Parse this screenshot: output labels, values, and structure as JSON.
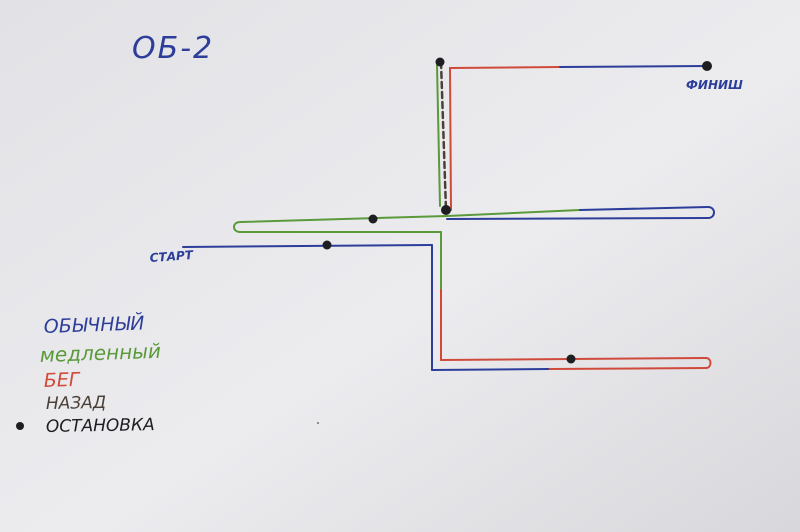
{
  "title": "ОБ-2",
  "labels": {
    "start": "СТАРТ",
    "finish": "ФИНИШ"
  },
  "legend": [
    {
      "label": "ОБЫЧНЫЙ",
      "color": "#2d3e9a"
    },
    {
      "label": "медленный",
      "color": "#5a9a3a"
    },
    {
      "label": "БЕГ",
      "color": "#d04a3c"
    },
    {
      "label": "НАЗАД",
      "color": "#4a4038"
    },
    {
      "label": "ОСТАНОВКА",
      "color": "#1e1e22",
      "marker": "dot"
    }
  ],
  "colors": {
    "normal": "#2d3e9a",
    "slow": "#5a9a3a",
    "run": "#d04a3c",
    "back": "#4a4038",
    "stop": "#1e1e22",
    "paper": "#e9e9ec"
  }
}
